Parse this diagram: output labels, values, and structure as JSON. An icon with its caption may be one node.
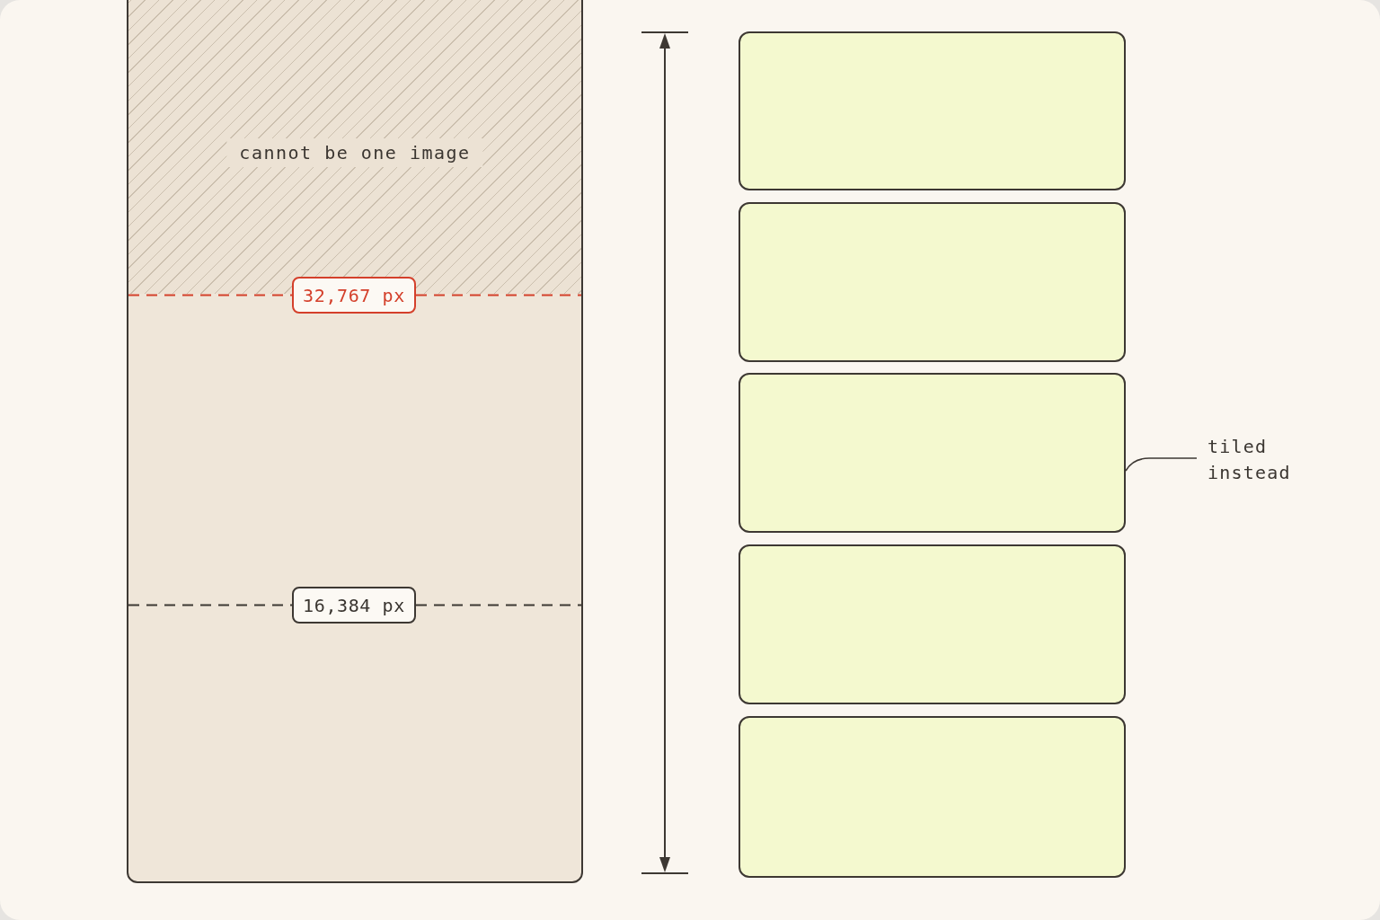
{
  "diagram": {
    "nodes": [
      {
        "text": [],
        "shape": "box"
      },
      {
        "text": [
          "cannot be one image"
        ],
        "in": 0
      },
      {
        "text": [
          "32,767 px"
        ],
        "in": 0
      },
      {
        "text": [
          "16,384 px"
        ],
        "in": 0
      },
      {
        "text": [],
        "shape": "box"
      },
      {
        "text": [],
        "shape": "box"
      },
      {
        "text": [],
        "shape": "box"
      },
      {
        "text": [],
        "shape": "box"
      },
      {
        "text": [],
        "shape": "box"
      },
      {
        "text": [
          "tiled instead"
        ]
      }
    ],
    "edges": [
      {
        "from": 9,
        "to": 6,
        "arrow": "none"
      }
    ]
  }
}
